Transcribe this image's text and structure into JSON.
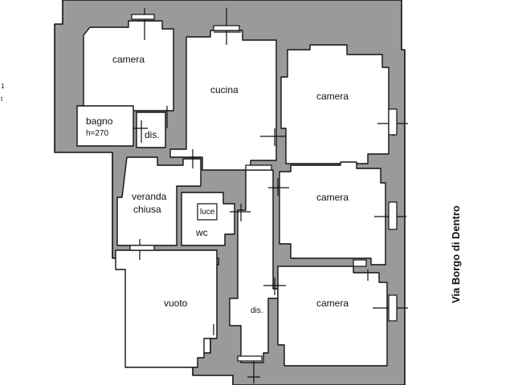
{
  "rooms": {
    "camera_top_left": "camera",
    "bagno": "bagno",
    "bagno_height": "h=270",
    "dis_top": "dis.",
    "cucina": "cucina",
    "camera_right_top": "camera",
    "camera_right_mid": "camera",
    "camera_right_bottom": "camera",
    "veranda_line1": "veranda",
    "veranda_line2": "chiusa",
    "luce": "luce",
    "wc": "wc",
    "vuoto": "vuoto",
    "dis_corridor": "dis."
  },
  "street": "Via Borgo di Dentro",
  "edge_marks": [
    "1",
    "t"
  ],
  "colors": {
    "wall_fill": "#9a9a9a",
    "line": "#111111",
    "background": "#ffffff"
  }
}
